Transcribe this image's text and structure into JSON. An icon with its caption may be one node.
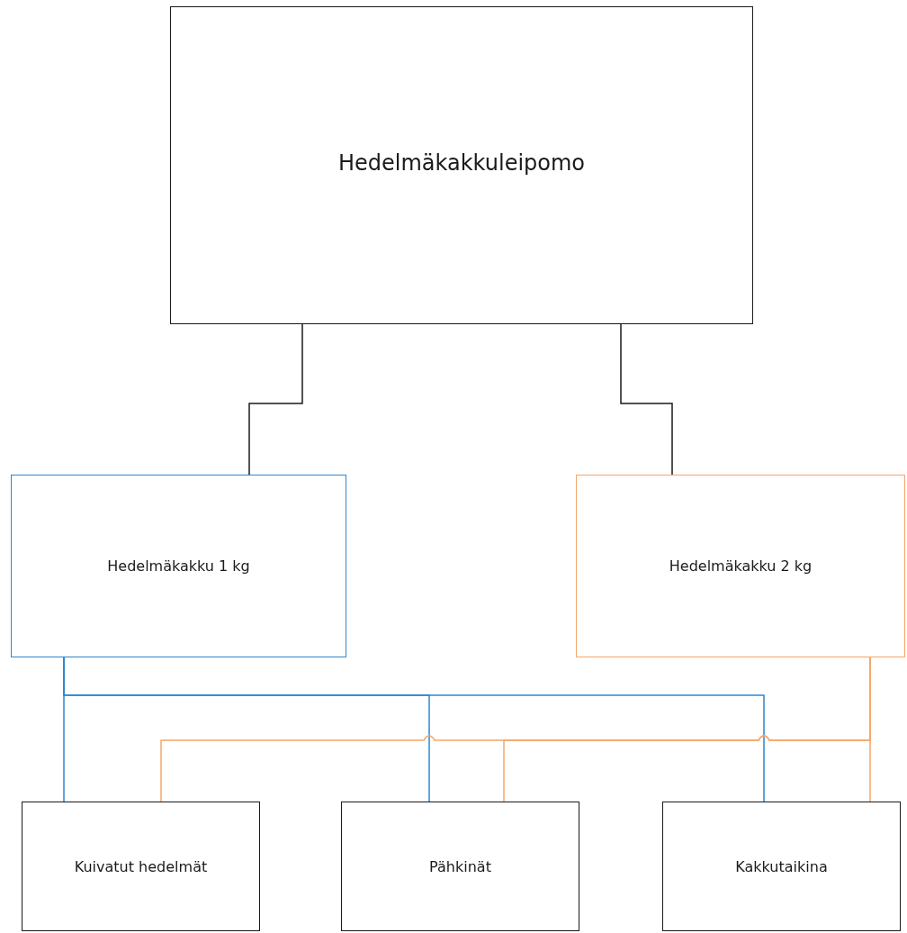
{
  "diagram": {
    "nodes": [
      {
        "text": [
          "Hedelmäkakkuleipomo"
        ]
      },
      {
        "text": [
          "Hedelmäkakku 1 kg"
        ]
      },
      {
        "text": [
          "Hedelmäkakku 2 kg"
        ]
      },
      {
        "text": [
          "Kuivatut hedelmät"
        ]
      },
      {
        "text": [
          "Pähkinät"
        ]
      },
      {
        "text": [
          "Kakkutaikina"
        ]
      }
    ],
    "edges": [
      {
        "from": 0,
        "to": 1,
        "arrow": "none",
        "color": "#1a1a1a"
      },
      {
        "from": 0,
        "to": 2,
        "arrow": "none",
        "color": "#1a1a1a"
      },
      {
        "from": 1,
        "to": 3,
        "arrow": "none",
        "color": "#2e86cf"
      },
      {
        "from": 1,
        "to": 4,
        "arrow": "none",
        "color": "#2e86cf"
      },
      {
        "from": 1,
        "to": 5,
        "arrow": "none",
        "color": "#2e86cf"
      },
      {
        "from": 2,
        "to": 3,
        "arrow": "none",
        "color": "#f5a66a"
      },
      {
        "from": 2,
        "to": 4,
        "arrow": "none",
        "color": "#f5a66a"
      },
      {
        "from": 2,
        "to": 5,
        "arrow": "none",
        "color": "#f5a66a"
      }
    ]
  }
}
